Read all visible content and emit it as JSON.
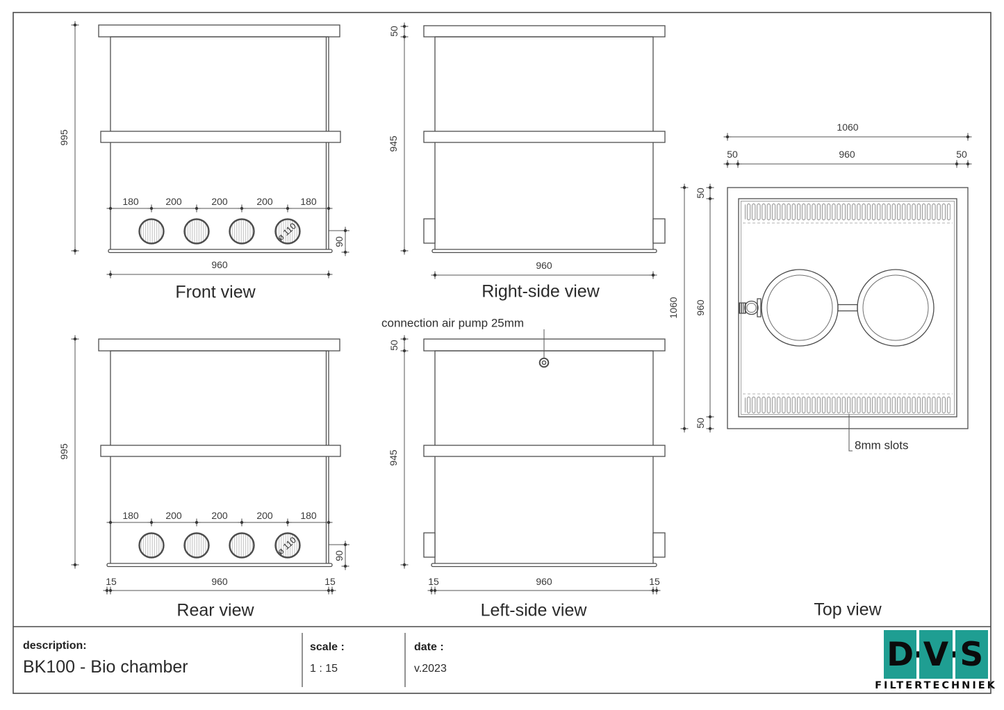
{
  "front_view": {
    "title": "Front view",
    "dim_height": "995",
    "dim_width": "960",
    "spacings": [
      "180",
      "200",
      "200",
      "200",
      "180"
    ],
    "dim_port_bottom": "90",
    "port_label": "ø 110"
  },
  "right_side_view": {
    "title": "Right-side view",
    "dim_cap": "50",
    "dim_body": "945",
    "dim_width": "960"
  },
  "rear_view": {
    "title": "Rear view",
    "dim_height": "995",
    "dim_lip_left": "15",
    "dim_width": "960",
    "dim_lip_right": "15",
    "spacings": [
      "180",
      "200",
      "200",
      "200",
      "180"
    ],
    "dim_port_bottom": "90",
    "port_label": "ø 110"
  },
  "left_side_view": {
    "title": "Left-side view",
    "annotation": "connection air pump 25mm",
    "dim_cap": "50",
    "dim_body": "945",
    "dim_lip_left": "15",
    "dim_width": "960",
    "dim_lip_right": "15"
  },
  "top_view": {
    "title": "Top view",
    "annotation": "8mm slots",
    "dim_overall_w": "1060",
    "dim_margin_left": "50",
    "dim_inner_w": "960",
    "dim_margin_right": "50",
    "dim_overall_h": "1060",
    "dim_margin_top": "50",
    "dim_inner_h": "960",
    "dim_margin_bottom": "50"
  },
  "title_block": {
    "description_label": "description:",
    "description_value": "BK100 - Bio chamber",
    "scale_label": "scale :",
    "scale_value": "1 : 15",
    "date_label": "date :",
    "date_value": "v.2023",
    "logo_letters": [
      "D",
      "V",
      "S"
    ],
    "logo_subtitle": "FILTERTECHNIEK"
  }
}
